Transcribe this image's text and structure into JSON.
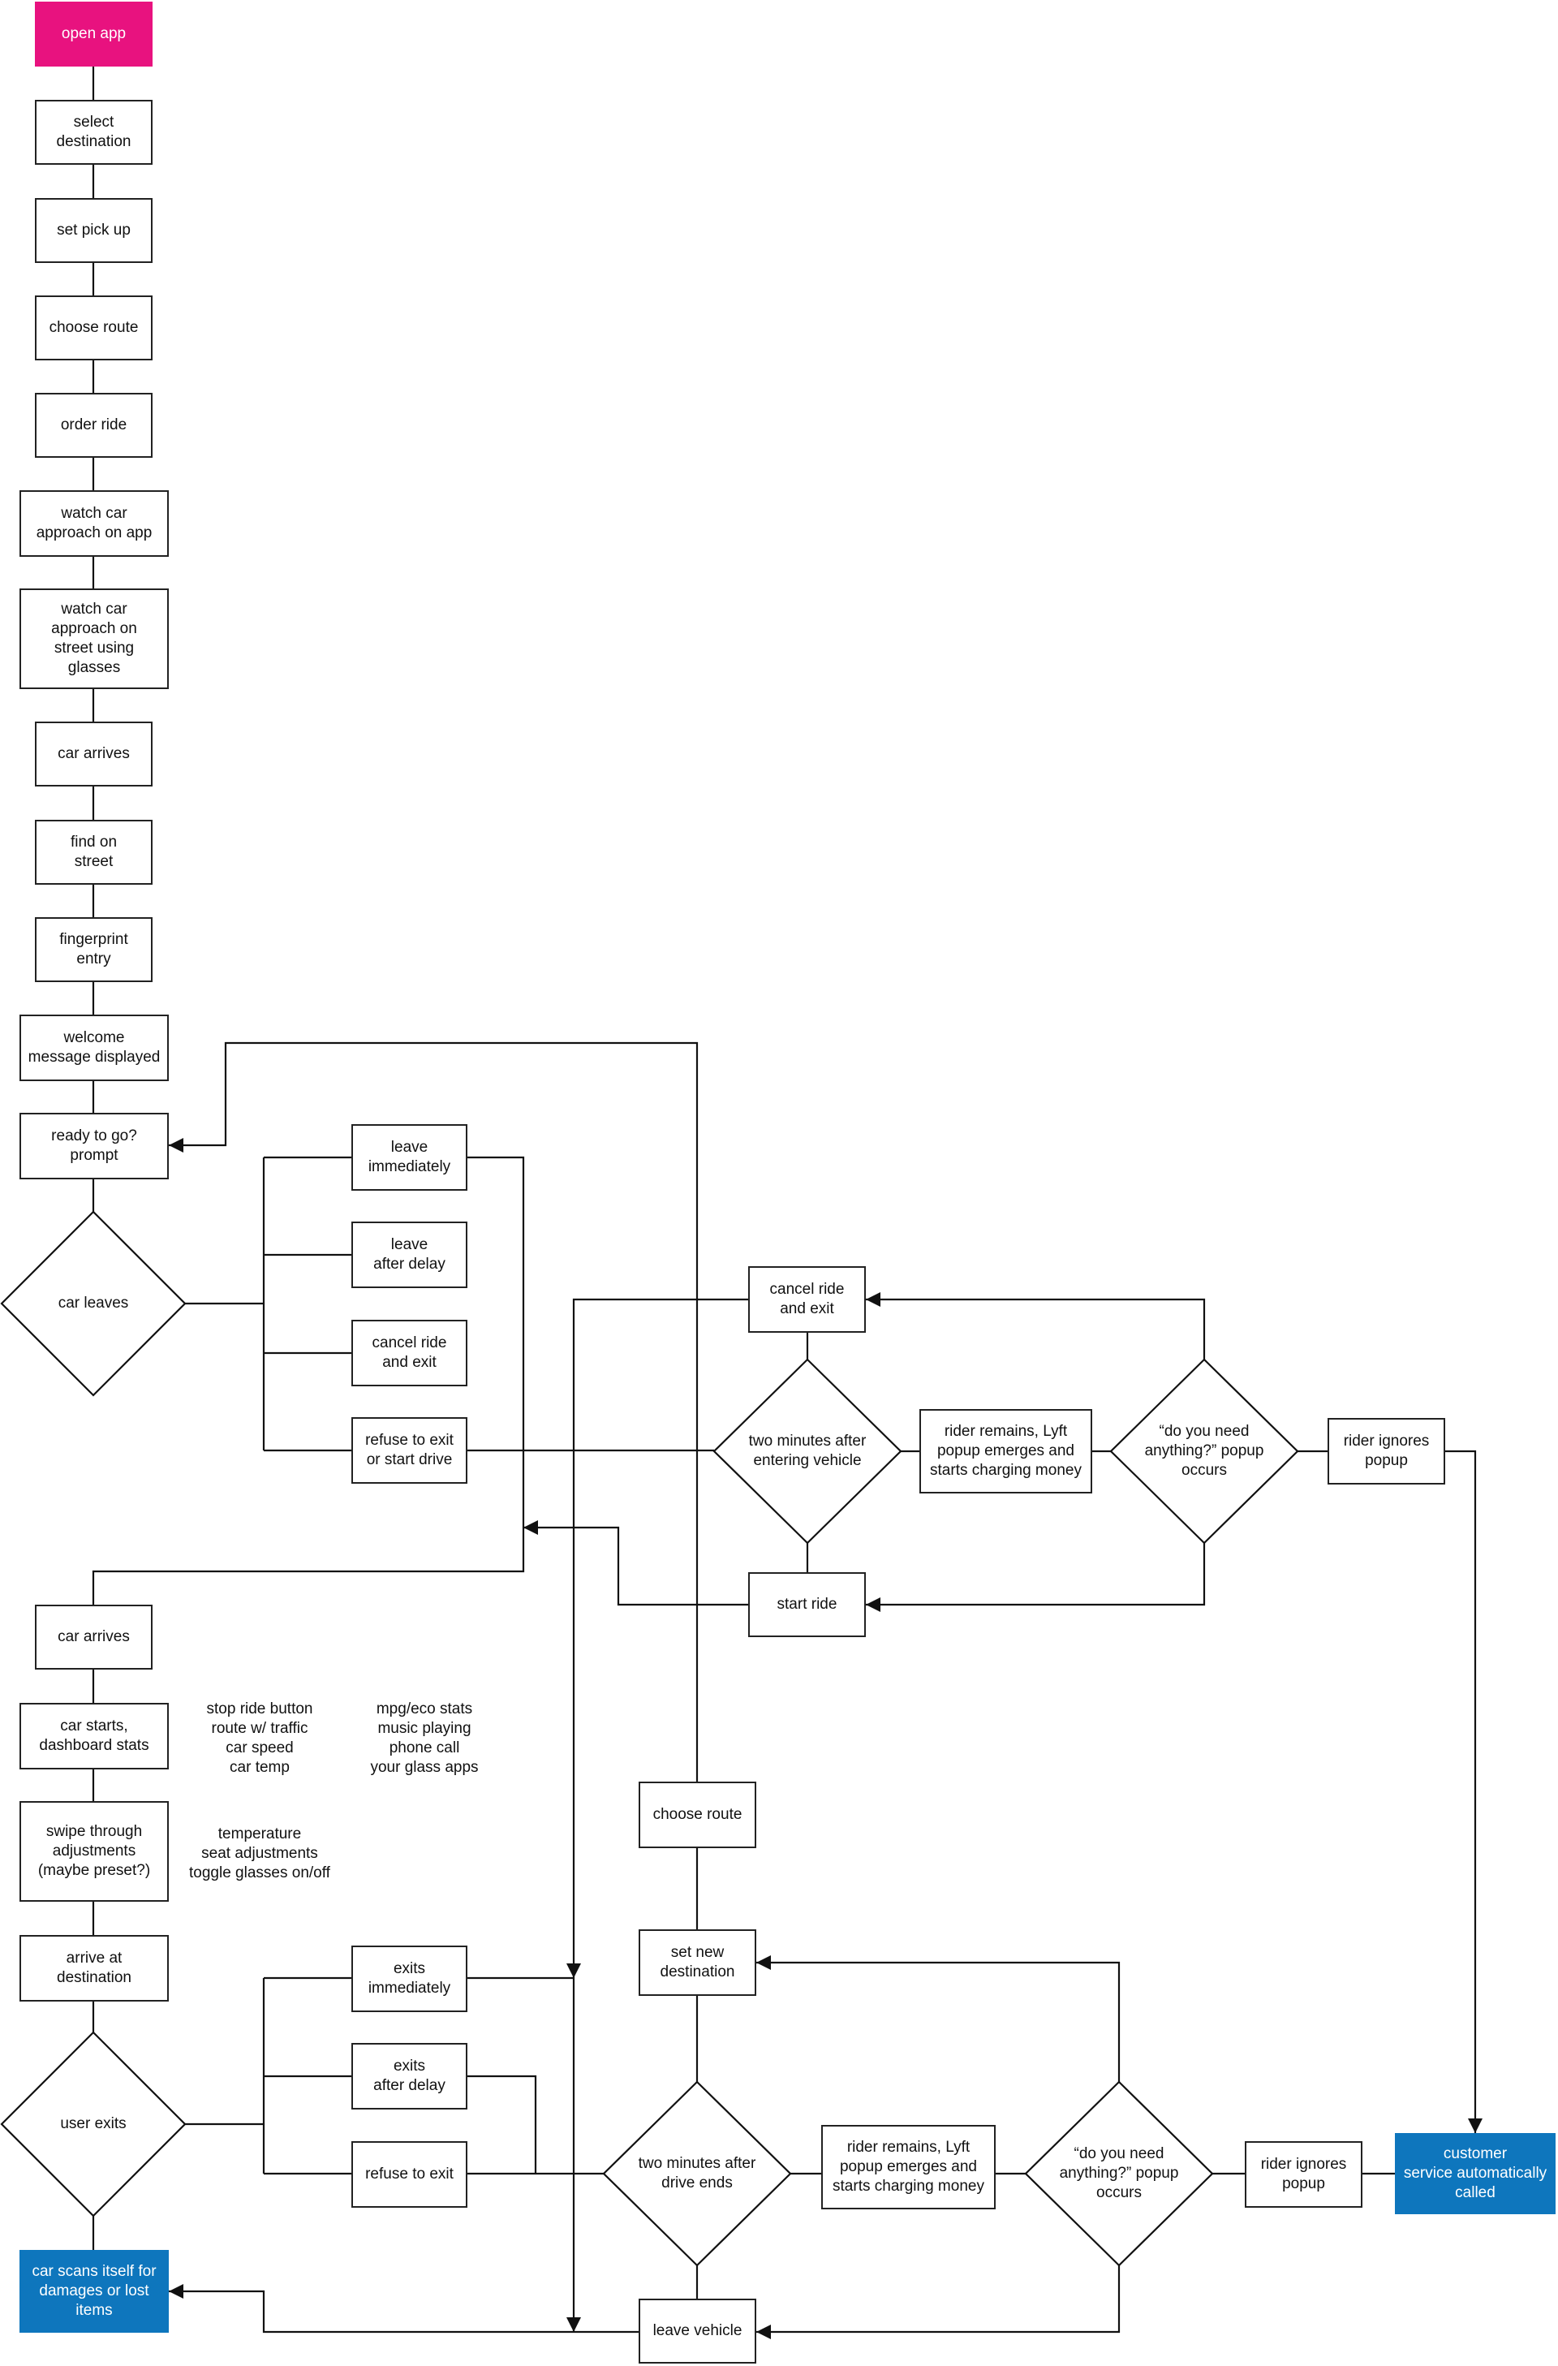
{
  "nodes": [
    {
      "id": "open_app",
      "label": "open app",
      "kind": "box",
      "color": "#e8127f"
    },
    {
      "id": "select_destination",
      "label": "select\ndestination",
      "kind": "box"
    },
    {
      "id": "set_pick_up",
      "label": "set pick up",
      "kind": "box"
    },
    {
      "id": "choose_route_1",
      "label": "choose route",
      "kind": "box"
    },
    {
      "id": "order_ride",
      "label": "order ride",
      "kind": "box"
    },
    {
      "id": "watch_car_app",
      "label": "watch car\napproach on app",
      "kind": "box"
    },
    {
      "id": "watch_car_street",
      "label": "watch car\napproach on\nstreet using\nglasses",
      "kind": "box"
    },
    {
      "id": "car_arrives_1",
      "label": "car arrives",
      "kind": "box"
    },
    {
      "id": "find_on_street",
      "label": "find on\nstreet",
      "kind": "box"
    },
    {
      "id": "fingerprint_entry",
      "label": "fingerprint\nentry",
      "kind": "box"
    },
    {
      "id": "welcome_message",
      "label": "welcome\nmessage displayed",
      "kind": "box"
    },
    {
      "id": "ready_to_go",
      "label": "ready to go?\nprompt",
      "kind": "box"
    },
    {
      "id": "car_leaves",
      "label": "car leaves",
      "kind": "diamond"
    },
    {
      "id": "leave_immediately",
      "label": "leave\nimmediately",
      "kind": "box"
    },
    {
      "id": "leave_after_delay",
      "label": "leave\nafter delay",
      "kind": "box"
    },
    {
      "id": "cancel_ride_exit_1",
      "label": "cancel ride\nand exit",
      "kind": "box"
    },
    {
      "id": "refuse_exit_start",
      "label": "refuse to exit\nor start drive",
      "kind": "box"
    },
    {
      "id": "cancel_ride_exit_2",
      "label": "cancel ride\nand exit",
      "kind": "box"
    },
    {
      "id": "two_min_entering",
      "label": "two minutes after\nentering vehicle",
      "kind": "diamond"
    },
    {
      "id": "rider_remains_1",
      "label": "rider remains, Lyft\npopup emerges and\nstarts charging money",
      "kind": "box"
    },
    {
      "id": "need_anything_1",
      "label": "“do you need\nanything?” popup\noccurs",
      "kind": "diamond"
    },
    {
      "id": "rider_ignores_1",
      "label": "rider ignores\npopup",
      "kind": "box"
    },
    {
      "id": "start_ride",
      "label": "start ride",
      "kind": "box"
    },
    {
      "id": "car_arrives_2",
      "label": "car arrives",
      "kind": "box"
    },
    {
      "id": "car_starts",
      "label": "car starts,\ndashboard stats",
      "kind": "box"
    },
    {
      "id": "swipe_adjustments",
      "label": "swipe through\nadjustments\n(maybe preset?)",
      "kind": "box"
    },
    {
      "id": "arrive_destination",
      "label": "arrive at\ndestination",
      "kind": "box"
    },
    {
      "id": "user_exits",
      "label": "user exits",
      "kind": "diamond"
    },
    {
      "id": "car_scans",
      "label": "car scans itself for\ndamages or lost\nitems",
      "kind": "box",
      "color": "#0e76bd"
    },
    {
      "id": "exits_immediately",
      "label": "exits\nimmediately",
      "kind": "box"
    },
    {
      "id": "exits_after_delay",
      "label": "exits\nafter delay",
      "kind": "box"
    },
    {
      "id": "refuse_to_exit",
      "label": "refuse to exit",
      "kind": "box"
    },
    {
      "id": "choose_route_2",
      "label": "choose route",
      "kind": "box"
    },
    {
      "id": "set_new_destination",
      "label": "set new\ndestination",
      "kind": "box"
    },
    {
      "id": "two_min_drive_ends",
      "label": "two minutes after\ndrive ends",
      "kind": "diamond"
    },
    {
      "id": "rider_remains_2",
      "label": "rider remains, Lyft\npopup emerges and\nstarts charging money",
      "kind": "box"
    },
    {
      "id": "need_anything_2",
      "label": "“do you need\nanything?” popup\noccurs",
      "kind": "diamond"
    },
    {
      "id": "rider_ignores_2",
      "label": "rider ignores\npopup",
      "kind": "box"
    },
    {
      "id": "customer_service",
      "label": "customer\nservice automatically\ncalled",
      "kind": "box",
      "color": "#0e76bd"
    },
    {
      "id": "leave_vehicle",
      "label": "leave vehicle",
      "kind": "box"
    }
  ],
  "notes": [
    {
      "id": "dashboard_features_a",
      "text": "stop ride button\nroute w/ traffic\ncar speed\ncar temp"
    },
    {
      "id": "dashboard_features_b",
      "text": "mpg/eco stats\nmusic playing\nphone call\nyour glass apps"
    },
    {
      "id": "adjustment_options",
      "text": "temperature\nseat adjustments\ntoggle glasses on/off"
    }
  ]
}
